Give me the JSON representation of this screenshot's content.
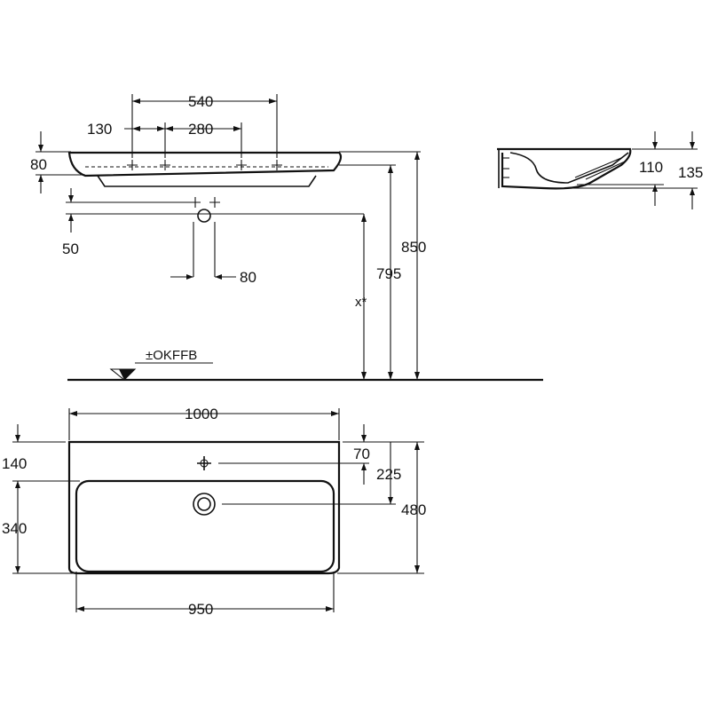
{
  "dimensions": {
    "width_top_fixture_span": "540",
    "tap_offset": "130",
    "tap_span": "280",
    "rim_height": "80",
    "waste_offset": "50",
    "waste_width": "80",
    "total_height": "850",
    "rim_to_floor": "795",
    "variable_height": "x*",
    "floor_reference": "±OKFFB",
    "side_bowl_depth": "110",
    "side_total_depth": "135",
    "overall_width": "1000",
    "basin_width": "950",
    "back_to_tap": "140",
    "bowl_depth": "340",
    "tap_from_back": "70",
    "drain_from_back": "225",
    "overall_depth": "480"
  }
}
